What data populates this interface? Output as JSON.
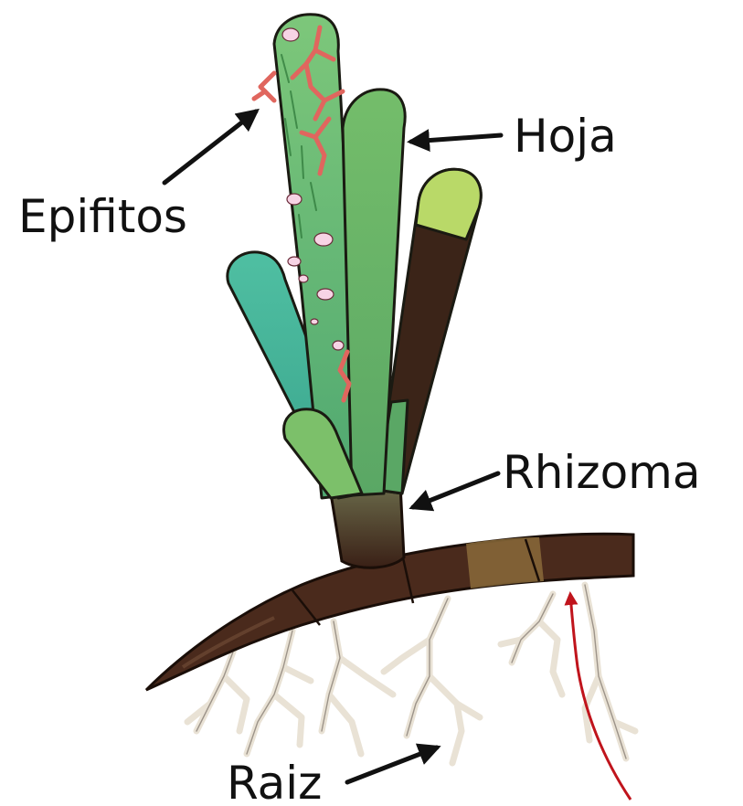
{
  "labels": {
    "epiphytes": "Epifitos",
    "leaf": "Hoja",
    "rhizome": "Rhizoma",
    "root": "Raiz"
  },
  "colors": {
    "leaf_light": "#b9d968",
    "leaf_mid": "#7cc06a",
    "leaf_teal": "#49b79c",
    "leaf_dark_green": "#5aa765",
    "leaf_dead": "#3b2418",
    "rhizome": "#4a2a1c",
    "rhizome_light": "#8a6a3a",
    "roots": "#efe8dc",
    "epiphytes_red": "#e0665e",
    "epiphytes_pink": "#f7d4e5",
    "arrow": "#111111",
    "flow_arrow": "#c0141c"
  }
}
